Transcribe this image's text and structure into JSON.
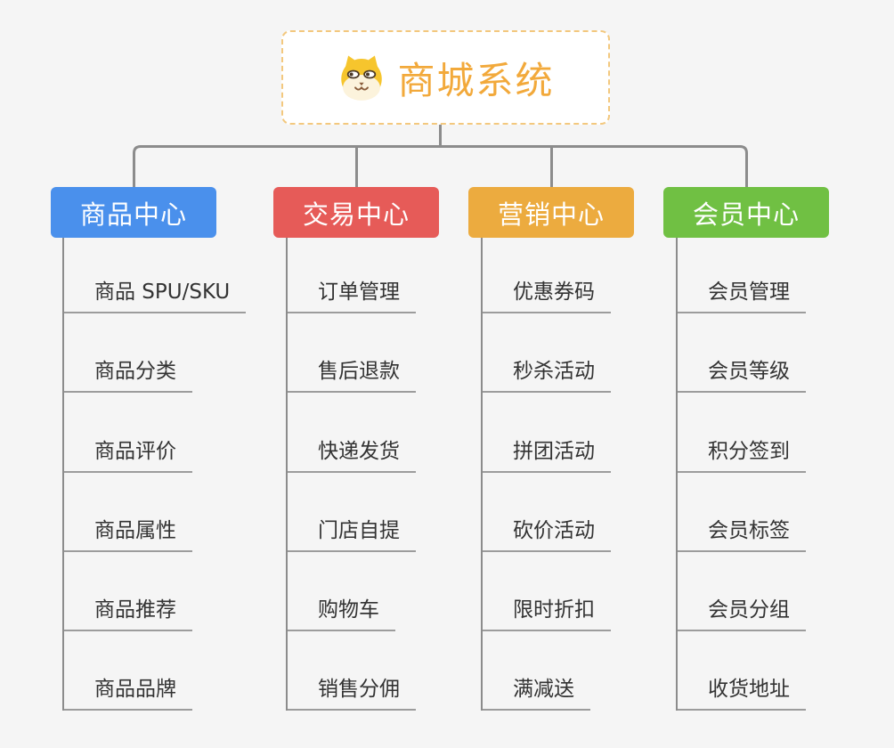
{
  "root": {
    "title": "商城系统",
    "icon": "shiba-dog-icon",
    "border_color": "#F3C87E",
    "title_color": "#F2A93B",
    "background": "#FFFFFF"
  },
  "branches": [
    {
      "label": "商品中心",
      "color": "#4A90EC",
      "items": [
        "商品 SPU/SKU",
        "商品分类",
        "商品评价",
        "商品属性",
        "商品推荐",
        "商品品牌"
      ]
    },
    {
      "label": "交易中心",
      "color": "#E65B58",
      "items": [
        "订单管理",
        "售后退款",
        "快递发货",
        "门店自提",
        "购物车",
        "销售分佣"
      ]
    },
    {
      "label": "营销中心",
      "color": "#ECAB3F",
      "items": [
        "优惠券码",
        "秒杀活动",
        "拼团活动",
        "砍价活动",
        "限时折扣",
        "满减送"
      ]
    },
    {
      "label": "会员中心",
      "color": "#70C043",
      "items": [
        "会员管理",
        "会员等级",
        "积分签到",
        "会员标签",
        "会员分组",
        "收货地址"
      ]
    }
  ],
  "style": {
    "page_background": "#F5F5F5",
    "connector_color": "#8C8C8C",
    "leaf_underline_color": "#9C9C9C",
    "leaf_text_color": "#333333"
  }
}
